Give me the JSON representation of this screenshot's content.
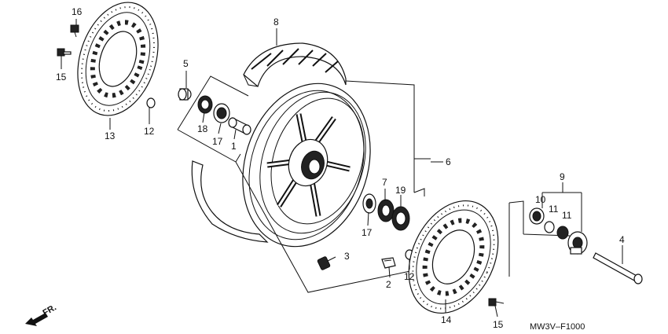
{
  "callouts": [
    {
      "id": "c1",
      "text": "1"
    },
    {
      "id": "c2",
      "text": "2"
    },
    {
      "id": "c3",
      "text": "3"
    },
    {
      "id": "c4",
      "text": "4"
    },
    {
      "id": "c5",
      "text": "5"
    },
    {
      "id": "c6",
      "text": "6"
    },
    {
      "id": "c7",
      "text": "7"
    },
    {
      "id": "c8",
      "text": "8"
    },
    {
      "id": "c9",
      "text": "9"
    },
    {
      "id": "c10",
      "text": "10"
    },
    {
      "id": "c11a",
      "text": "11"
    },
    {
      "id": "c11b",
      "text": "11"
    },
    {
      "id": "c12a",
      "text": "12"
    },
    {
      "id": "c12b",
      "text": "12"
    },
    {
      "id": "c13",
      "text": "13"
    },
    {
      "id": "c14",
      "text": "14"
    },
    {
      "id": "c15a",
      "text": "15"
    },
    {
      "id": "c15b",
      "text": "15"
    },
    {
      "id": "c16",
      "text": "16"
    },
    {
      "id": "c17a",
      "text": "17"
    },
    {
      "id": "c17b",
      "text": "17"
    },
    {
      "id": "c18",
      "text": "18"
    },
    {
      "id": "c19",
      "text": "19"
    }
  ],
  "direction_label": "FR.",
  "diagram_code": "MW3V–F1000"
}
